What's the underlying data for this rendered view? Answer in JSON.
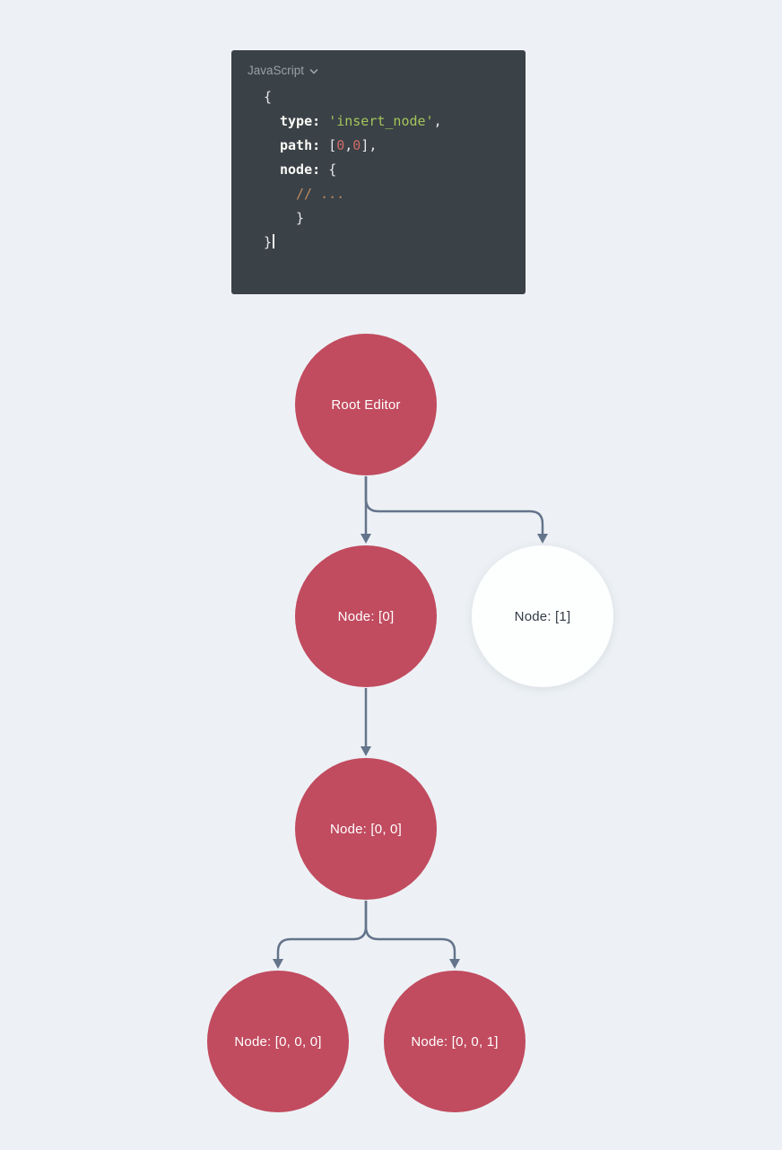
{
  "colors": {
    "page_bg": "#edf1f5",
    "code_bg": "#3a4147",
    "code_header_text": "#99a1a8",
    "code_plain": "#e8eaec",
    "code_key": "#fbfbf6",
    "code_string": "#a3c65a",
    "code_number": "#d06b67",
    "code_comment": "#bd8d5e",
    "connector": "#64748b",
    "node_red": "#c14b5f",
    "node_white": "#fdfefe",
    "node_text_light": "#ffffff",
    "node_text_dark": "#333c47"
  },
  "code_block": {
    "language_label": "JavaScript",
    "lines": [
      {
        "tokens": [
          {
            "text": "{"
          }
        ]
      },
      {
        "tokens": [
          {
            "text": "type: "
          },
          {
            "text": "'insert_node'"
          },
          {
            "text": ","
          }
        ]
      },
      {
        "tokens": [
          {
            "text": "path: "
          },
          {
            "text": "["
          },
          {
            "text": "0"
          },
          {
            "text": ","
          },
          {
            "text": "0"
          },
          {
            "text": "],"
          }
        ]
      },
      {
        "tokens": [
          {
            "text": "node: "
          },
          {
            "text": "{"
          }
        ]
      },
      {
        "tokens": [
          {
            "text": "// ..."
          }
        ]
      },
      {
        "tokens": [
          {
            "text": "}"
          }
        ]
      },
      {
        "tokens": [
          {
            "text": "}"
          }
        ]
      }
    ]
  },
  "tree": {
    "nodes": [
      {
        "label": "Root Editor",
        "variant": "red"
      },
      {
        "label": "Node: [0]",
        "variant": "red"
      },
      {
        "label": "Node: [1]",
        "variant": "white"
      },
      {
        "label": "Node: [0, 0]",
        "variant": "red"
      },
      {
        "label": "Node: [0, 0, 0]",
        "variant": "red"
      },
      {
        "label": "Node: [0, 0, 1]",
        "variant": "red"
      }
    ]
  }
}
